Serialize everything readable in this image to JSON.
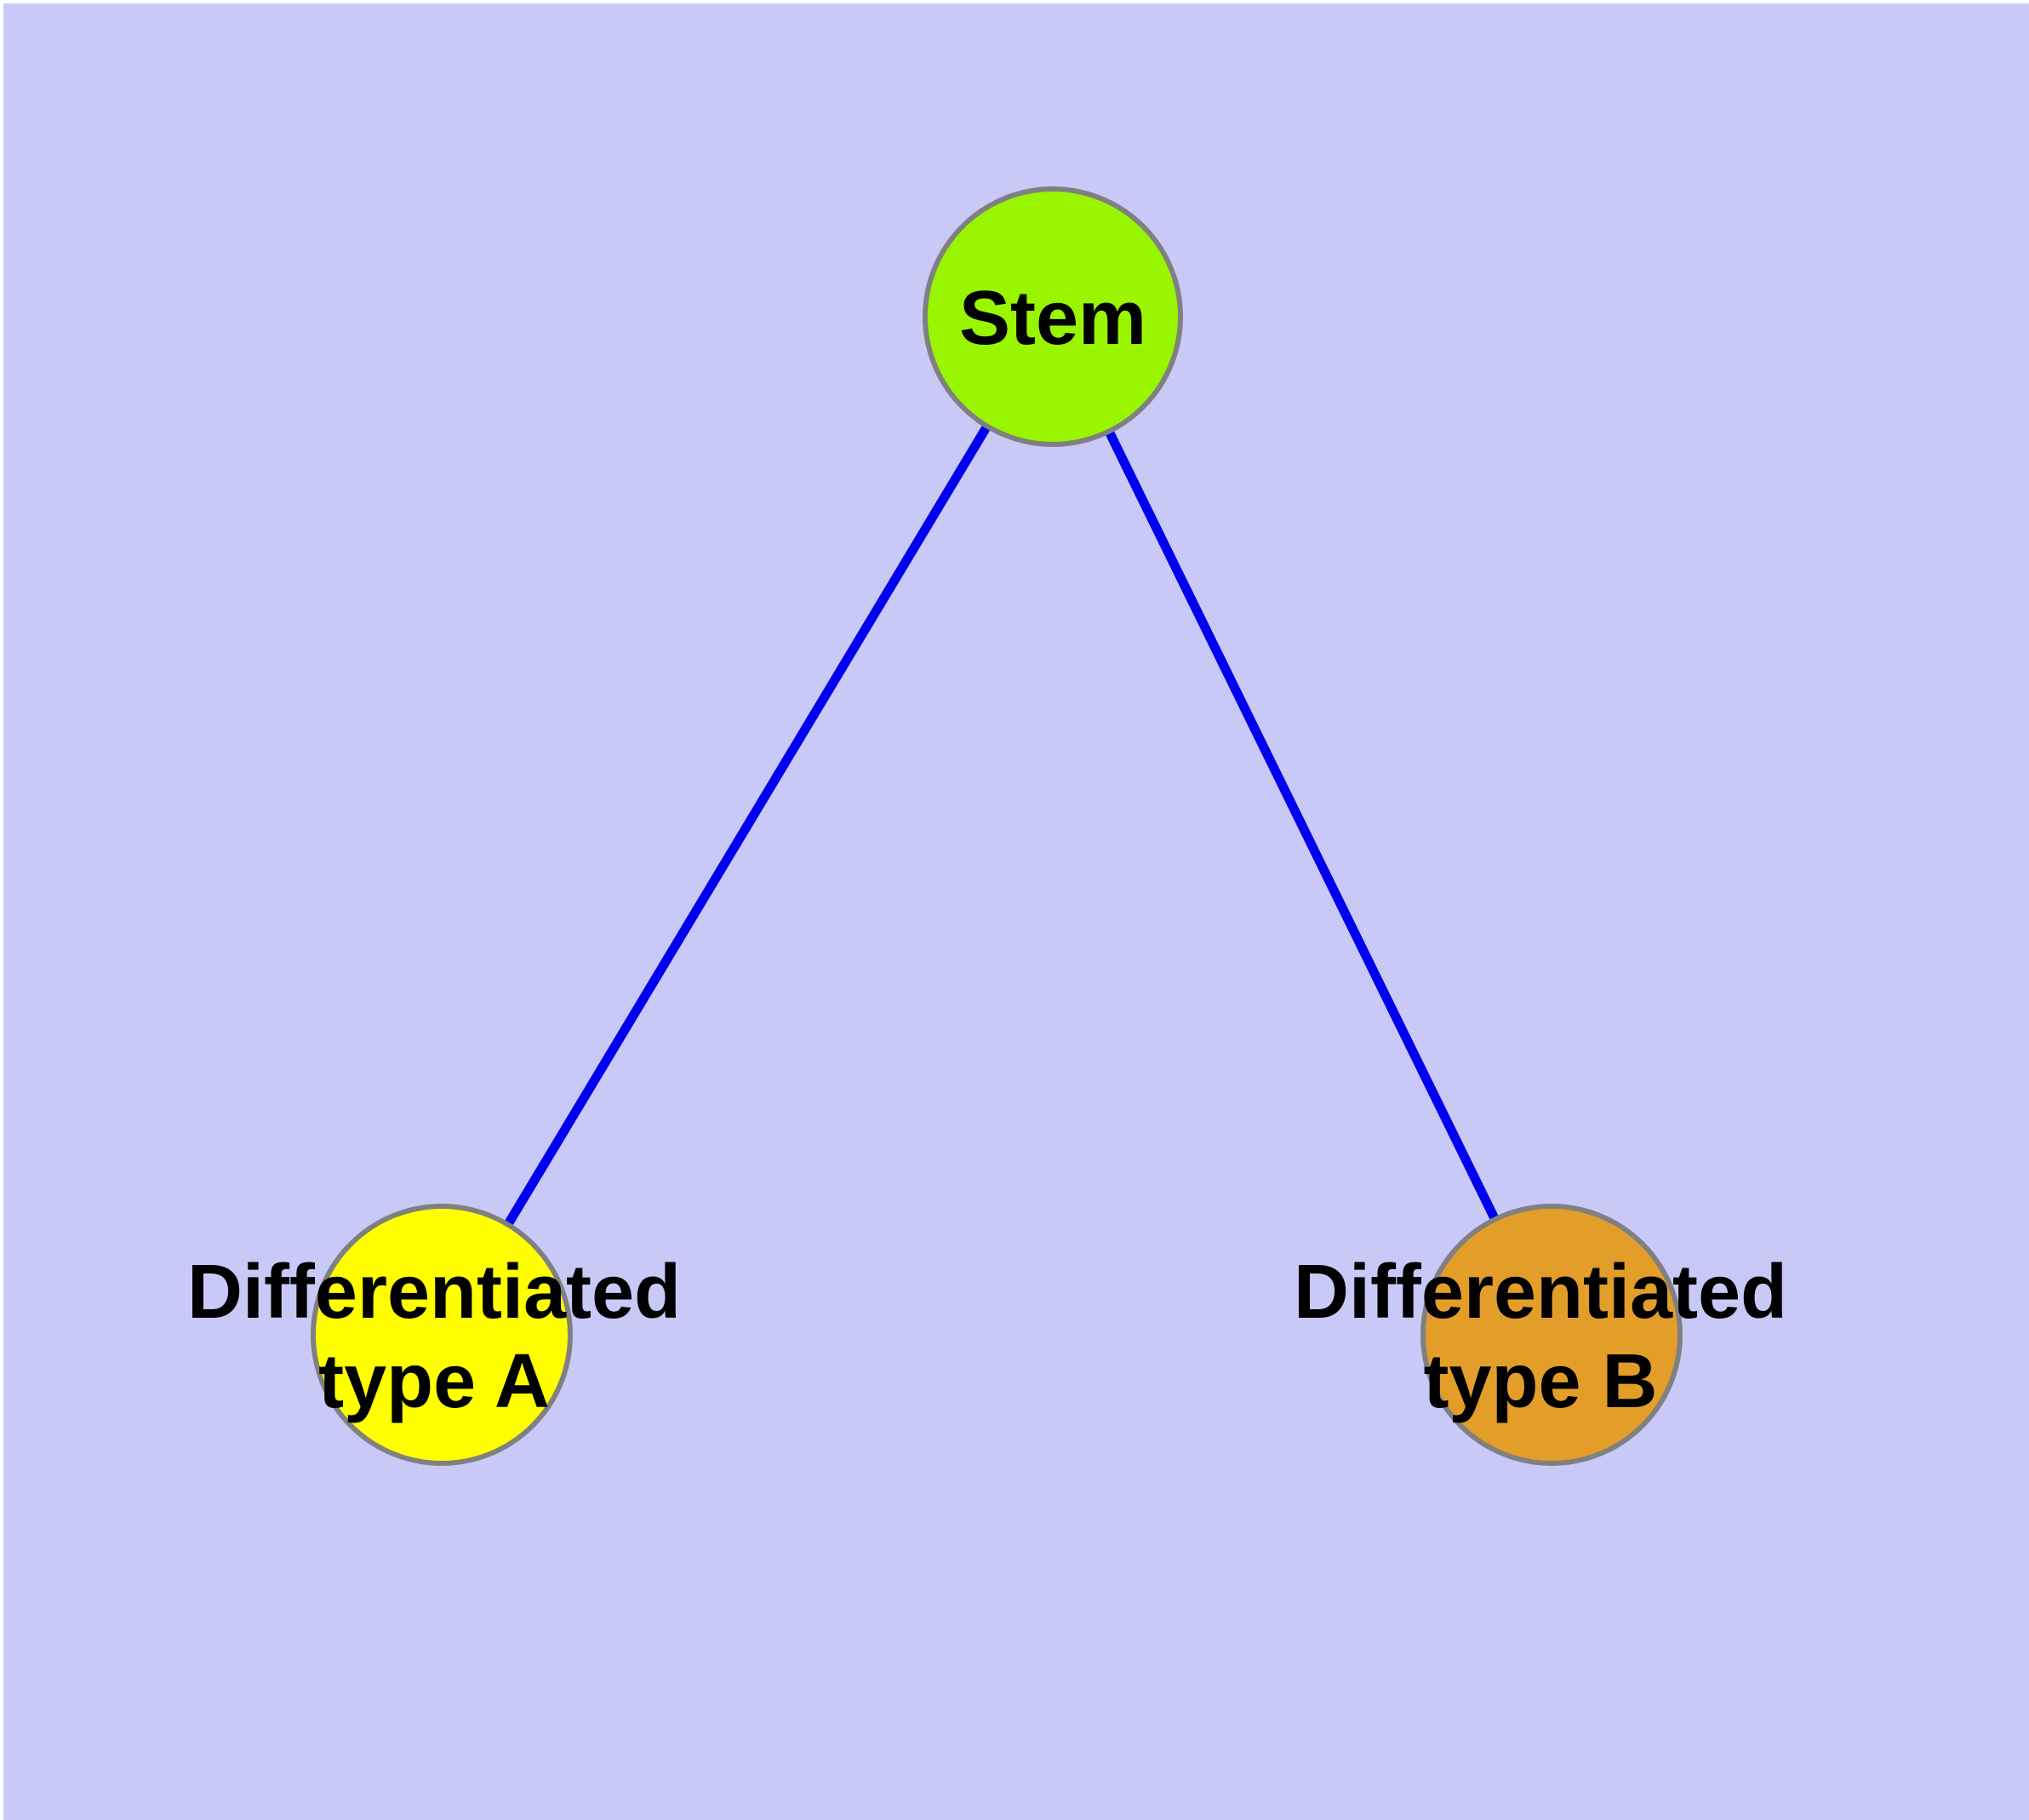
{
  "diagram": {
    "type": "graph",
    "colors": {
      "background": "#C9C9F8",
      "edge": "#0000EE",
      "node_border": "#808080",
      "label_text": "#000000"
    },
    "nodes": {
      "stem": {
        "label": "Stem",
        "fill": "#99F500"
      },
      "type_a": {
        "label": "Differentiated type A",
        "label_line1": "Differentiated",
        "label_line2": "type A",
        "fill": "#FFFF00"
      },
      "type_b": {
        "label": "Differentiated type B",
        "label_line1": "Differentiated",
        "label_line2": "type B",
        "fill": "#E39E29"
      }
    },
    "edges": [
      {
        "from": "Stem",
        "to": "Differentiated type A"
      },
      {
        "from": "Stem",
        "to": "Differentiated type B"
      }
    ]
  }
}
